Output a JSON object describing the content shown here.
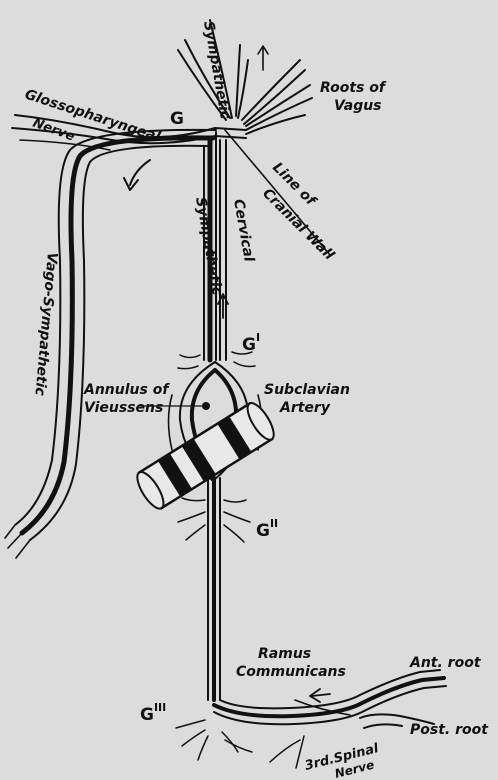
{
  "figure": {
    "labels": {
      "sympathetic_top": "Sympathetic",
      "roots_of_vagus_1": "Roots of",
      "roots_of_vagus_2": "Vagus",
      "glossopharyngeal": "Glossopharyngeal",
      "nerve_top": "Nerve",
      "ganglion_g": "G",
      "line_of": "Line of",
      "cranial_wall": "Cranial Wall",
      "sympathetic_mid": "Sympathetic",
      "cervical": "Cervical",
      "vago_sympathetic": "Vago-Sympathetic",
      "g1_base": "G",
      "g1_sup": "I",
      "annulus_1": "Annulus of",
      "annulus_2": "Vieussens",
      "subclavian_1": "Subclavian",
      "subclavian_2": "Artery",
      "g2_base": "G",
      "g2_sup": "II",
      "ramus": "Ramus",
      "communicans": "Communicans",
      "ant_root": "Ant. root",
      "g3_base": "G",
      "g3_sup": "III",
      "post_root": "Post. root",
      "spinal_1": "3rd.Spinal",
      "spinal_2": "Nerve"
    }
  }
}
